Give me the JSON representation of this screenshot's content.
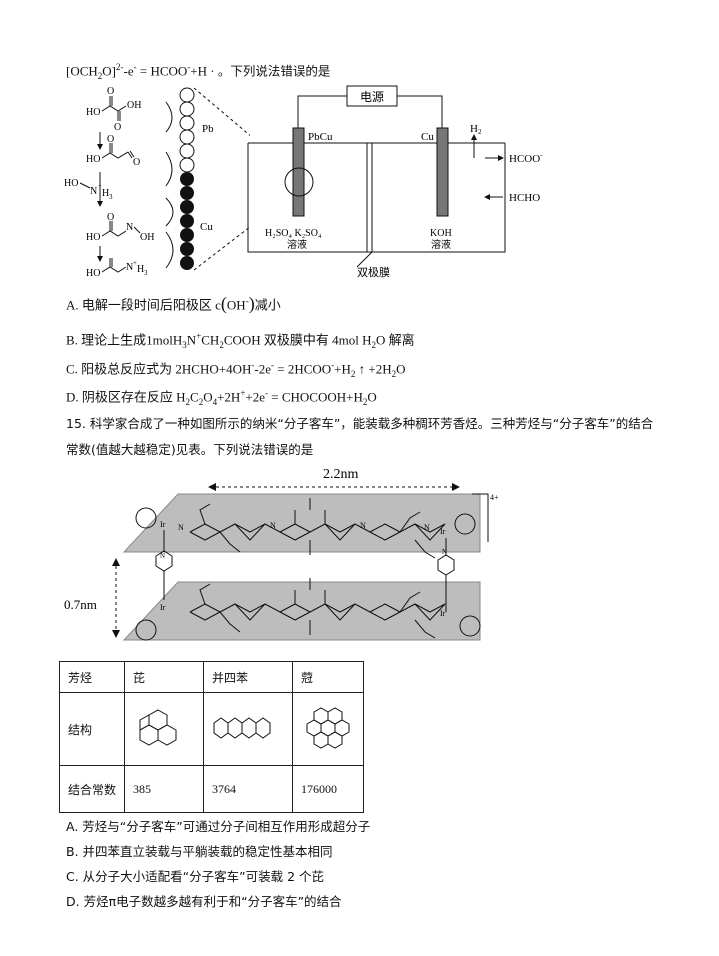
{
  "q14": {
    "top_line_rest": "。下列说法错误的是",
    "left_molecules": [
      "HO",
      "O",
      "OH",
      "HO",
      "O",
      "HO",
      "N",
      "H",
      "3",
      "HO",
      "N",
      "OH",
      "HO",
      "N",
      "H",
      "3"
    ],
    "electrode_labels": [
      "Pb",
      "Cu"
    ],
    "cell": {
      "power": "电源",
      "anode": "PbCu",
      "cathode": "Cu",
      "h2": "H",
      "hcoo": "HCOO",
      "hcho": "HCHO",
      "left_solution_line1": "H₂SO₄  K₂SO₄",
      "left_solution_line2": "溶液",
      "right_solution_line1": "KOH",
      "right_solution_line2": "溶液",
      "membrane": "双极膜"
    },
    "options": {
      "a_pre": "A. 电解一段时间后阳极区 c",
      "a_post": "减小",
      "b_pre": "B. 理论上生成1molH",
      "b_mid": "双极膜中有 4mol H",
      "b_post": "O 解离",
      "c_pre": "C. 阳极总反应式为 2HCHO+4OH",
      "d_pre": "D. 阴极区存在反应 H"
    }
  },
  "q15": {
    "stem_line1": "15. 科学家合成了一种如图所示的纳米“分子客车”，能装载多种稠环芳香烃。三种芳烃与“分子客车”的结合",
    "stem_line2": "常数(值越大越稳定)见表。下列说法错误的是",
    "figure": {
      "width_label": "2.2nm",
      "height_label": "0.7nm",
      "charge": "4+",
      "metal": "Ir",
      "atom_n": "N"
    },
    "table": {
      "row_labels": [
        "芳烃",
        "结构",
        "结合常数"
      ],
      "columns": [
        "芘",
        "并四苯",
        "蒄"
      ],
      "constants": [
        "385",
        "3764",
        "176000"
      ]
    },
    "options": [
      "A. 芳烃与“分子客车”可通过分子间相互作用形成超分子",
      "B. 并四苯直立装载与平躺装载的稳定性基本相同",
      "C. 从分子大小适配看“分子客车”可装载 2 个芘",
      "D. 芳烃π电子数越多越有利于和“分子客车”的结合"
    ]
  }
}
